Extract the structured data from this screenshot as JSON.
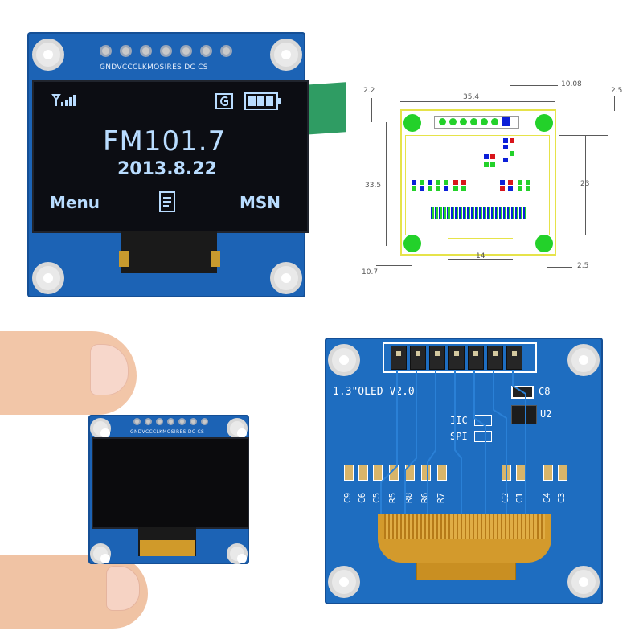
{
  "q1": {
    "pin_labels": "GNDVCCCLKMOSIRES DC  CS",
    "screen": {
      "frequency": "FM101.7",
      "date": "2013.8.22",
      "menu_left": "Menu",
      "menu_right": "MSN"
    }
  },
  "q2": {
    "dims": {
      "top_width": "35.4",
      "top_right": "10.08",
      "top_right_small": "2.5",
      "left_top": "2.2",
      "left_height": "33.5",
      "right_height": "23",
      "bottom_left": "10.7",
      "bottom_mid": "14",
      "bottom_right": "2.5"
    },
    "colors": {
      "pad_green": "#23d12a",
      "pad_blue": "#0b1fd8",
      "pad_red": "#d8141b",
      "outline_yellow": "#e6e34a"
    }
  },
  "q3": {
    "pin_labels": "GNDVCCCLKMOSIRES DC  CS"
  },
  "q4": {
    "title": "1.3\"OLED V2.0",
    "interface_labels": [
      "IIC",
      "SPI"
    ],
    "parts": {
      "c8": "C8",
      "u2": "U2"
    },
    "left_caps": [
      "C9",
      "C6",
      "C5",
      "R5",
      "R8",
      "R6",
      "R7"
    ],
    "right_caps": [
      "C2",
      "C1",
      "C4",
      "C3"
    ]
  }
}
